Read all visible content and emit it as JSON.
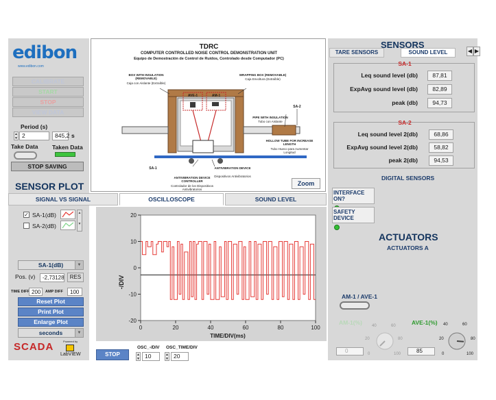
{
  "logo": {
    "name": "edibon",
    "url": "www.edibon.com"
  },
  "controls": {
    "buttons": [
      "CALIBRATE",
      "START",
      "STOP",
      "VIEW DATA"
    ],
    "period_label": "Period (s)",
    "period_value": "2",
    "period_value2": "845,2",
    "period_unit": "s",
    "take_data": "Take Data",
    "taken_data": "Taken Data",
    "stop_saving": "STOP SAVING"
  },
  "diagram": {
    "title": "TDRC",
    "subtitle1": "COMPUTER CONTROLLED NOISE CONTROL DEMONSTRATION UNIT",
    "subtitle2": "Equipo de Demostración de Control de Ruidos, Controlado desde Computador (PC)",
    "labels": {
      "box_insulation": "BOX WITH INSULATION (REMOVABLE)",
      "box_insulation_es": "Caja con Aislante (Extraíble)",
      "wrapping_box": "WRAPPING BOX (REMOVABLE)",
      "wrapping_box_es": "Caja Envoltura (Extraíble)",
      "ave1": "AVE-1",
      "am1": "AM-1",
      "sa2": "SA-2",
      "sa1": "SA-1",
      "pipe": "PIPE WITH INSULATION",
      "pipe_es": "Tubo con Aislante",
      "hollow_tube": "HOLLOW TUBE FOR INCREASE LENGTH",
      "hollow_tube_es": "Tubo Hueco para Aumentar Longitud",
      "antivib": "ANTIVIBRATION DEVICE",
      "antivib_es": "Dispositivos Antivibratorios",
      "antivib_ctrl": "ANTIVIBRATION DEVICE CONTROLLER",
      "antivib_ctrl_es": "Controlador de los Dispositivos Antivibratorios"
    },
    "zoom": "Zoom"
  },
  "sensor_plot": {
    "title": "SENSOR PLOT",
    "tabs": [
      "SIGNAL VS SIGNAL",
      "OSCILLOSCOPE",
      "SOUND LEVEL"
    ],
    "active_tab": 1,
    "legend": [
      {
        "label": "SA-1(dB)",
        "checked": true,
        "color": "#e53935"
      },
      {
        "label": "SA-2(dB)",
        "checked": false,
        "color": "#7fd48a"
      }
    ],
    "channel": "SA-1(dB)",
    "pos_label": "Pos. (v)",
    "pos_value": "-2,73128",
    "res": "RES",
    "time_diff_label": "TIME DIFF",
    "time_diff_value": "200",
    "amp_diff_label": "AMP DIFF",
    "amp_diff_value": "100",
    "buttons": [
      "Reset Plot",
      "Print Plot",
      "Enlarge Plot"
    ],
    "units": "seconds"
  },
  "chart_data": {
    "type": "line",
    "title": "",
    "xlabel": "TIME/DIV(ms)",
    "ylabel": "-/DIV",
    "xlim": [
      0,
      100
    ],
    "ylim": [
      -20,
      20
    ],
    "xticks": [
      0,
      20,
      40,
      60,
      80,
      100
    ],
    "yticks": [
      20,
      10,
      0,
      -10,
      -20
    ],
    "grid": false,
    "reference_y": -2.7,
    "series": [
      {
        "name": "SA-1(dB)",
        "color": "#e53935",
        "x": [
          0,
          1,
          1,
          3,
          3,
          4,
          4,
          6,
          6,
          7,
          7,
          9,
          9,
          10,
          10,
          12,
          12,
          13,
          13,
          15,
          15,
          16,
          16,
          17,
          17,
          18,
          18,
          19,
          19,
          21,
          21,
          22,
          22,
          23,
          23,
          24,
          24,
          25,
          25,
          27,
          27,
          28,
          28,
          29,
          29,
          30,
          30,
          31,
          31,
          32,
          32,
          33,
          33,
          35,
          35,
          36,
          36,
          38,
          38,
          39,
          39,
          40,
          40,
          42,
          42,
          43,
          43,
          45,
          45,
          46,
          46,
          48,
          48,
          49,
          49,
          50,
          50,
          52,
          52,
          53,
          53,
          55,
          55,
          56,
          56,
          58,
          58,
          59,
          59,
          60,
          60,
          62,
          62,
          63,
          63,
          65,
          65,
          66,
          66,
          67,
          67,
          69,
          69,
          70,
          70,
          72,
          72,
          73,
          73,
          75,
          75,
          76,
          76,
          78,
          78,
          79,
          79,
          81,
          81,
          82,
          82,
          84,
          84,
          85,
          85,
          87,
          87,
          88,
          88,
          90,
          90,
          91,
          91,
          93,
          93,
          94,
          94,
          96,
          96,
          97,
          97,
          99,
          99,
          100
        ],
        "y": [
          10,
          10,
          5,
          5,
          10,
          10,
          8,
          8,
          10,
          10,
          5,
          5,
          9,
          9,
          10,
          10,
          6,
          6,
          10,
          10,
          8,
          8,
          10,
          10,
          -12,
          -12,
          8,
          8,
          -12,
          -12,
          10,
          10,
          -10,
          -10,
          9,
          9,
          -12,
          -12,
          6,
          6,
          -12,
          -12,
          10,
          10,
          -11,
          -11,
          10,
          10,
          -12,
          -12,
          9,
          9,
          10,
          10,
          -12,
          -12,
          10,
          10,
          -10,
          -10,
          9,
          9,
          -12,
          -12,
          10,
          10,
          -12,
          -12,
          8,
          8,
          -11,
          -11,
          10,
          10,
          -12,
          -12,
          10,
          10,
          -12,
          -12,
          9,
          9,
          -10,
          -10,
          10,
          10,
          -12,
          -12,
          8,
          8,
          -12,
          -12,
          10,
          10,
          -11,
          -11,
          10,
          10,
          -12,
          -12,
          9,
          9,
          -12,
          -12,
          10,
          10,
          -10,
          -10,
          10,
          10,
          -12,
          -12,
          8,
          8,
          -12,
          -12,
          10,
          10,
          -11,
          -11,
          10,
          10,
          -12,
          -12,
          9,
          9,
          -12,
          -12,
          10,
          10,
          -12,
          -12,
          8,
          8,
          -10,
          -10,
          10,
          10,
          -12,
          -12,
          9,
          9,
          -12,
          -12
        ]
      }
    ]
  },
  "bottom": {
    "scada": "SCADA",
    "powered_by": "Powered by",
    "labview": "LabVIEW",
    "stop": "STOP",
    "osc_div_label": "OSC_-/DIV",
    "osc_div_value": "10",
    "osc_time_label": "OSC_TIME/DIV",
    "osc_time_value": "20"
  },
  "sensors": {
    "title": "SENSORS",
    "tabs": [
      "TARE SENSORS",
      "SOUND LEVEL"
    ],
    "sa1": {
      "title": "SA-1",
      "rows": [
        {
          "label": "Leq sound level (db)",
          "value": "87,81"
        },
        {
          "label": "ExpAvg sound level (db)",
          "value": "82,89"
        },
        {
          "label": "peak  (db)",
          "value": "94,73"
        }
      ]
    },
    "sa2": {
      "title": "SA-2",
      "rows": [
        {
          "label": "Leq sound level 2(db)",
          "value": "68,86"
        },
        {
          "label": "ExpAvg sound level 2(db)",
          "value": "58,82"
        },
        {
          "label": "peak 2(db)",
          "value": "94,53"
        }
      ]
    },
    "digital_title": "DIGITAL SENSORS",
    "interface_on": "INTERFACE ON?",
    "safety_device": "SAFETY DEVICE"
  },
  "actuators": {
    "title": "ACTUATORS",
    "subtitle": "ACTUATORS A",
    "switch_label": "AM-1 / AVE-1",
    "am1_label": "AM-1(%)",
    "am1_value": "0",
    "ave1_label": "AVE-1(%)",
    "ave1_value": "85",
    "am1_level": 0,
    "ave1_level": 85
  }
}
